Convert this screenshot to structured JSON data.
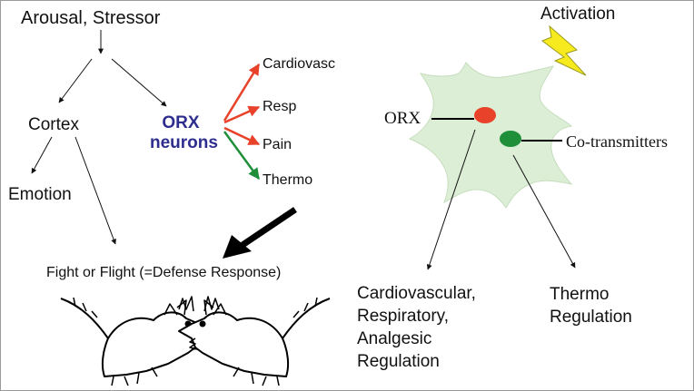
{
  "left_panel": {
    "trigger": "Arousal, Stressor",
    "cortex": "Cortex",
    "orx_line1": "ORX",
    "orx_line2": "neurons",
    "emotion": "Emotion",
    "outputs": [
      "Cardiovasc",
      "Resp",
      "Pain",
      "Thermo"
    ],
    "response": "Fight or Flight (=Defense Response)"
  },
  "right_panel": {
    "activation": "Activation",
    "orx_label": "ORX",
    "cotransmitters": "Co-transmitters",
    "effect_left_lines": [
      "Cardiovascular,",
      "Respiratory,",
      "Analgesic",
      "Regulation"
    ],
    "effect_right_lines": [
      "Thermo",
      "Regulation"
    ]
  },
  "colors": {
    "orx_text": "#2e2e8f",
    "red_arrow": "#e8432a",
    "green_arrow": "#1f8f3a",
    "neuron_body": "#dcefd6",
    "orx_dot": "#e8432a",
    "cotransmitter_dot": "#1f8f3a",
    "lightning": "#f7ea1e"
  }
}
